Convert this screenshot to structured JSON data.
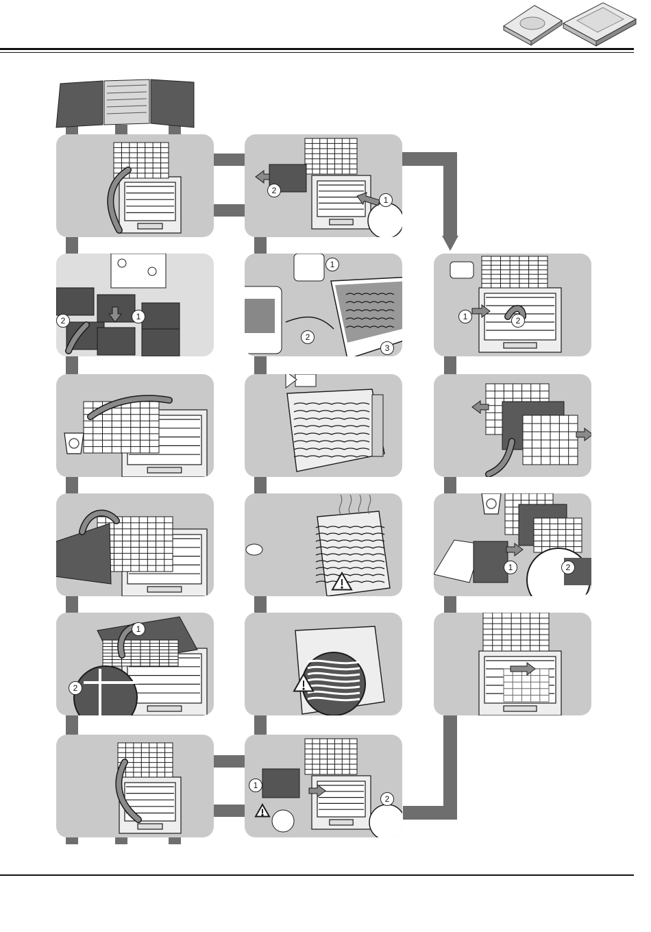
{
  "colors": {
    "panel": "#c9c9c9",
    "connector": "#6e6e6e",
    "line": "#1a1a1a",
    "dark": "#4a4a4a",
    "light": "#ffffff"
  },
  "header": {
    "logo": "cassette-units-icon"
  },
  "diagram": {
    "columns": [
      {
        "steps": [
          {
            "icon": "open-grille-icon",
            "labels": []
          },
          {
            "icon": "release-filter-tab-icon",
            "labels": [
              "1",
              "2"
            ]
          },
          {
            "icon": "remove-filter-discard-icon",
            "labels": []
          },
          {
            "icon": "fit-new-filter-sheet-icon",
            "labels": []
          },
          {
            "icon": "seat-filter-icon",
            "labels": [
              "1",
              "2"
            ]
          },
          {
            "icon": "close-grille-icon",
            "labels": []
          }
        ]
      },
      {
        "steps": [
          {
            "icon": "remove-deodorizing-filter-icon",
            "labels": [
              "2",
              "1"
            ]
          },
          {
            "icon": "detergent-soak-icon",
            "labels": [
              "1",
              "2",
              "3"
            ]
          },
          {
            "icon": "rinse-filter-icon",
            "labels": []
          },
          {
            "icon": "dry-filter-warning-icon",
            "labels": []
          },
          {
            "icon": "fin-damage-warning-icon",
            "labels": []
          },
          {
            "icon": "reinstall-filter-icon",
            "labels": [
              "1",
              "2"
            ]
          }
        ]
      },
      {
        "steps": [
          {
            "icon": "open-filter-holder-icon",
            "labels": [
              "1",
              "2"
            ]
          },
          {
            "icon": "separate-filter-layers-icon",
            "labels": []
          },
          {
            "icon": "replace-filter-layers-icon",
            "labels": [
              "1",
              "2"
            ]
          },
          {
            "icon": "insert-filter-holder-icon",
            "labels": []
          }
        ]
      }
    ]
  }
}
